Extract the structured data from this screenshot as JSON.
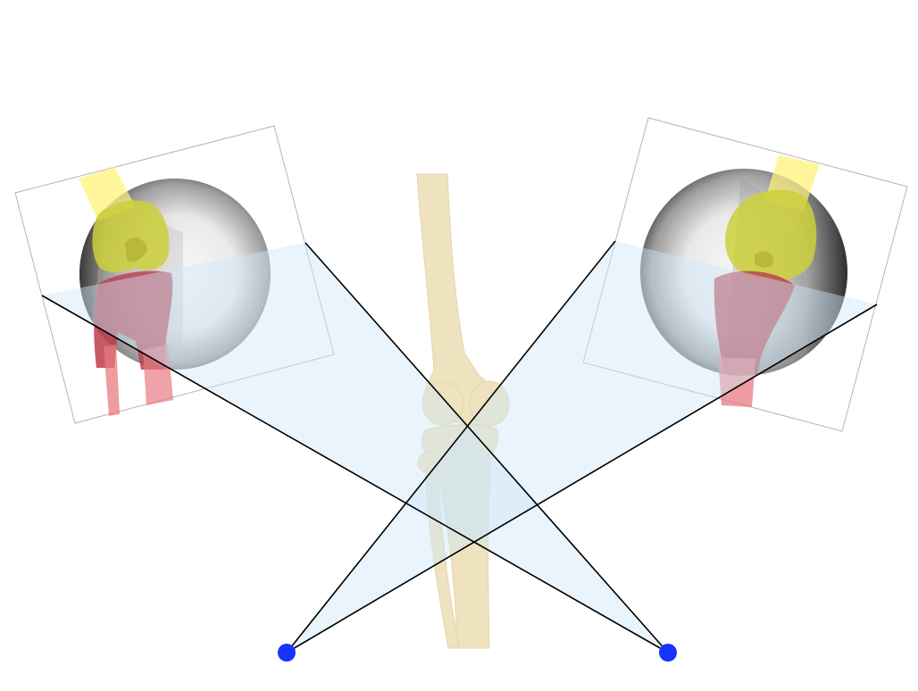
{
  "diagram": {
    "colors": {
      "background": "#ffffff",
      "frustum_fill": "#d6ebfb",
      "ray_line": "#000000",
      "source_point": "#1733ff",
      "bone_model": "#eee2bf",
      "femur_overlay": "#d8dc2a",
      "tibia_overlay": "#d63a4a",
      "fluoro_dark": "#2a2a2a",
      "fluoro_light": "#f4f4f4",
      "panel_border": "#b0b0b0"
    },
    "components": {
      "left_source": "x-ray-source-left",
      "right_source": "x-ray-source-right",
      "left_image": "fluoroscopic-image-left",
      "right_image": "fluoroscopic-image-right",
      "bone": "knee-bone-model"
    }
  }
}
